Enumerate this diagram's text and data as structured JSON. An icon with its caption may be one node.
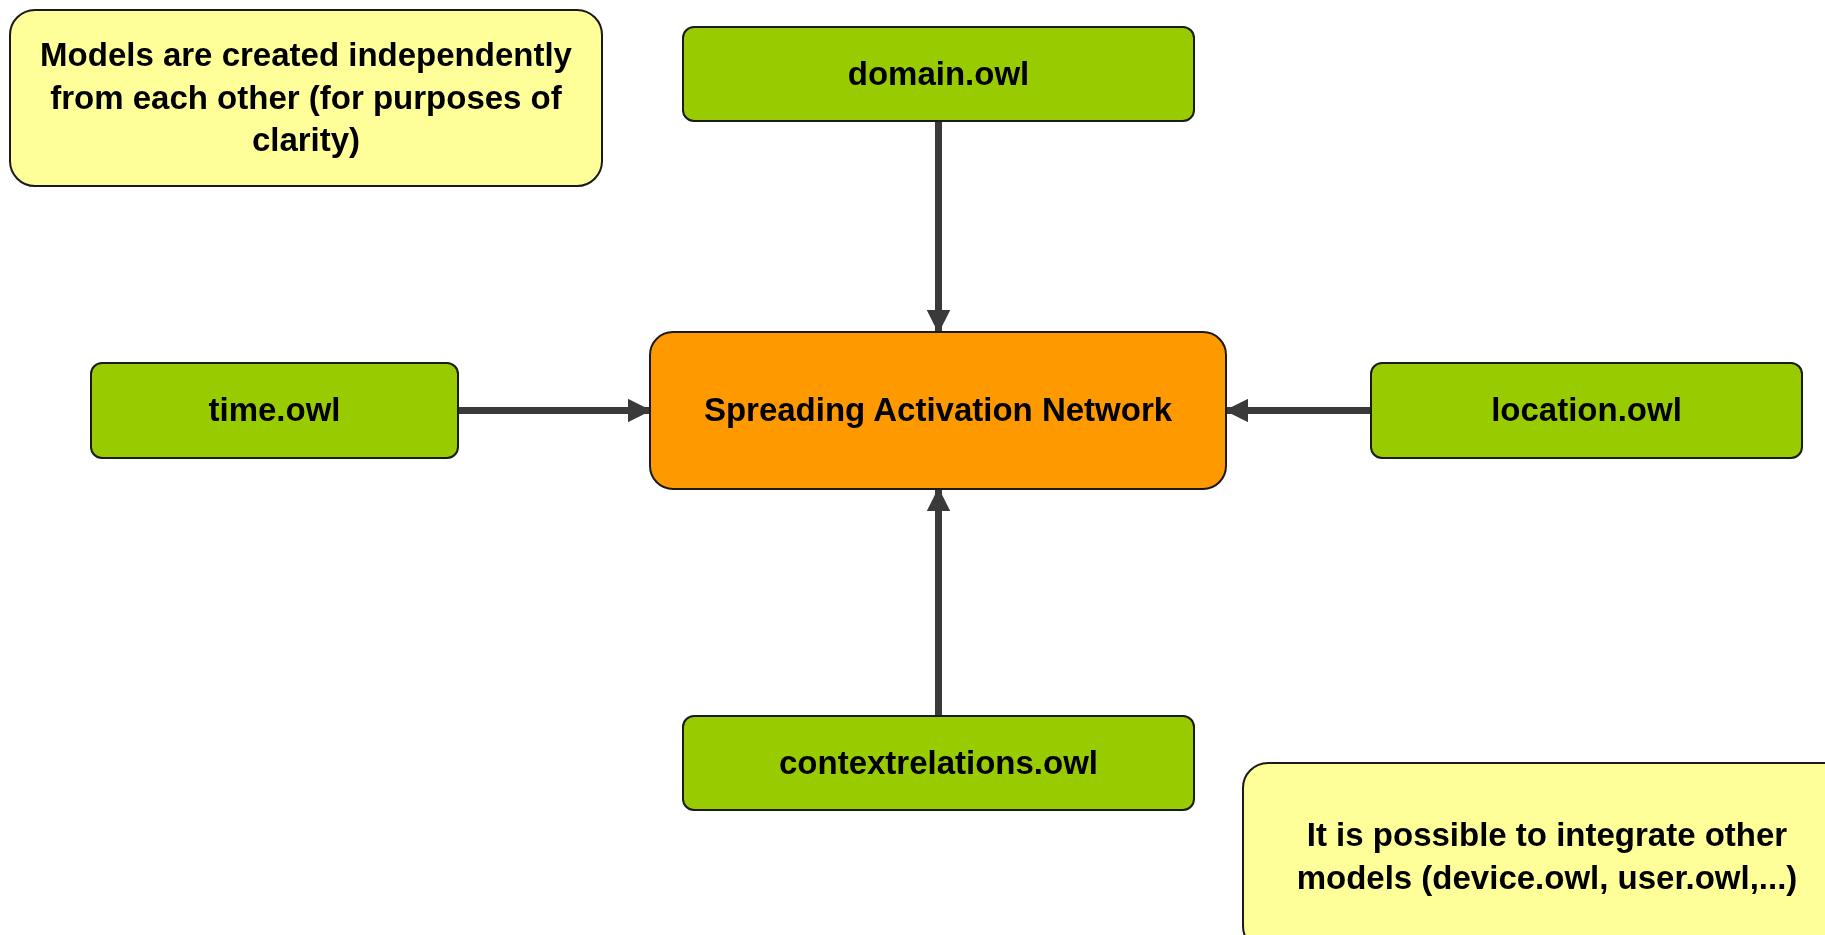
{
  "diagram": {
    "nodes": [
      {
        "text": [
          "Models are created independently from each other (for purposes of clarity)"
        ]
      },
      {
        "text": [
          "domain.owl"
        ]
      },
      {
        "text": [
          "time.owl"
        ]
      },
      {
        "text": [
          "Spreading Activation Network"
        ]
      },
      {
        "text": [
          "location.owl"
        ]
      },
      {
        "text": [
          "contextrelations.owl"
        ]
      },
      {
        "text": [
          "It is possible to integrate other models (device.owl, user.owl,...)"
        ]
      }
    ],
    "edges": [
      {
        "from": 1,
        "to": 3,
        "arrow": "to"
      },
      {
        "from": 2,
        "to": 3,
        "arrow": "to"
      },
      {
        "from": 4,
        "to": 3,
        "arrow": "to"
      },
      {
        "from": 5,
        "to": 3,
        "arrow": "to"
      }
    ]
  }
}
